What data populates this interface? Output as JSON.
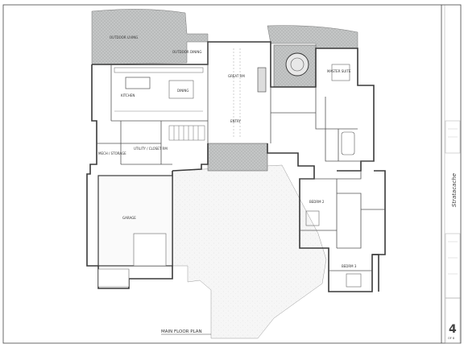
{
  "plan": {
    "title": "MAIN FLOOR PLAN",
    "rooms": {
      "outdoor_living": "OUTDOOR LIVING",
      "outdoor_dining": "OUTDOOR DINING",
      "great_rm": "GREAT RM",
      "master_suite": "MASTER SUITE",
      "dining": "DINING",
      "kitchen": "KITCHEN",
      "entry": "ENTRY",
      "utility": "UTILITY / CLOSET RM",
      "mech_storage": "MECH / STORAGE",
      "garage": "GARAGE",
      "bedroom_2": "BEDRM 2",
      "bedroom_3": "BEDRM 3"
    }
  },
  "title_block": {
    "brand": "Stratacache",
    "sheet_number": "4",
    "sheet_sub": "OF 8"
  },
  "colors": {
    "paving": "#b9bcbc",
    "walls": "#3a3a3a",
    "driveway": "#f4f4f4"
  }
}
